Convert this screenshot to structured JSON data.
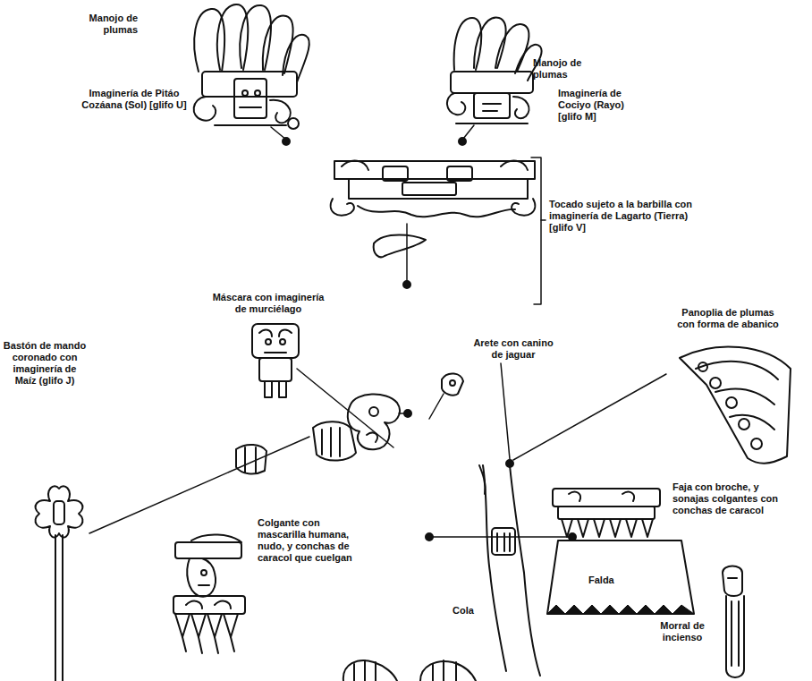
{
  "diagram": {
    "labels": [
      "Manojo de plumas",
      "Manojo de plumas",
      "Imaginería de Pitáo Cozáana (Sol) [glifo U]",
      "Imaginería de Cociyo (Rayo) [glifo M]",
      "Tocado sujeto a la barbilla con imaginería de Lagarto (Tierra) [glifo V]",
      "Máscara con imaginería de murciélago",
      "Panoplia de plumas con forma de abanico",
      "Bastón de mando coronado con imaginería de Maíz (glifo J)",
      "Arete con canino de jaguar",
      "Faja con broche, y sonajas colgantes con conchas de caracol",
      "Colgante con mascarilla humana, nudo, y conchas de caracol que cuelgan",
      "Falda",
      "Cola",
      "Morral de incienso"
    ]
  }
}
